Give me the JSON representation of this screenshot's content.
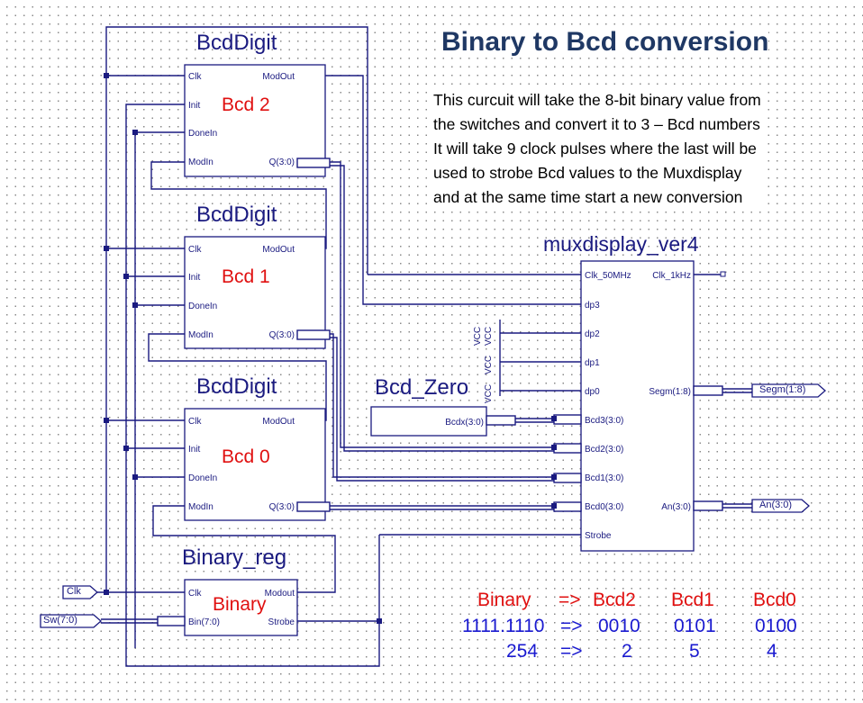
{
  "title": "Binary to Bcd conversion",
  "description": [
    "This curcuit will take the 8-bit binary value from",
    "the switches and convert it to 3 – Bcd numbers",
    "It will take 9 clock pulses where the last will be",
    "used to strobe Bcd values to the Muxdisplay",
    "and at the same time start a new conversion"
  ],
  "blocks": {
    "bcd2": {
      "name": "BcdDigit",
      "instance": "Bcd 2",
      "pins": {
        "clk": "Clk",
        "init": "Init",
        "donein": "DoneIn",
        "modin": "ModIn",
        "modout": "ModOut",
        "q": "Q(3:0)"
      }
    },
    "bcd1": {
      "name": "BcdDigit",
      "instance": "Bcd 1",
      "pins": {
        "clk": "Clk",
        "init": "Init",
        "donein": "DoneIn",
        "modin": "ModIn",
        "modout": "ModOut",
        "q": "Q(3:0)"
      }
    },
    "bcd0": {
      "name": "BcdDigit",
      "instance": "Bcd 0",
      "pins": {
        "clk": "Clk",
        "init": "Init",
        "donein": "DoneIn",
        "modin": "ModIn",
        "modout": "ModOut",
        "q": "Q(3:0)"
      }
    },
    "binary_reg": {
      "name": "Binary_reg",
      "instance": "Binary",
      "pins": {
        "clk": "Clk",
        "bin": "Bin(7:0)",
        "modout": "Modout",
        "strobe": "Strobe"
      }
    },
    "bcd_zero": {
      "name": "Bcd_Zero",
      "pins": {
        "bcdx": "Bcdx(3:0)",
        "vcc1": "VCC",
        "vcc2": "VCC",
        "vcc3": "VCC",
        "vcc4": "VCC"
      }
    },
    "mux": {
      "name": "muxdisplay_ver4",
      "pins": {
        "clk50": "Clk_50MHz",
        "clk1k": "Clk_1kHz",
        "dp3": "dp3",
        "dp2": "dp2",
        "dp1": "dp1",
        "dp0": "dp0",
        "segm": "Segm(1:8)",
        "bcd3": "Bcd3(3:0)",
        "bcd2": "Bcd2(3:0)",
        "bcd1": "Bcd1(3:0)",
        "bcd0": "Bcd0(3:0)",
        "an": "An(3:0)",
        "strobe": "Strobe"
      }
    }
  },
  "ports": {
    "clk": "Clk",
    "sw": "Sw(7:0)",
    "segm": "Segm(1:8)",
    "an": "An(3:0)"
  },
  "example": {
    "header": {
      "binary": "Binary",
      "arrow": "=>",
      "bcd2": "Bcd2",
      "bcd1": "Bcd1",
      "bcd0": "Bcd0"
    },
    "row1": {
      "binary": "1111.1110",
      "arrow": "=>",
      "bcd2": "0010",
      "bcd1": "0101",
      "bcd0": "0100"
    },
    "row2": {
      "binary": "254",
      "arrow": "=>",
      "bcd2": "2",
      "bcd1": "5",
      "bcd0": "4"
    }
  }
}
